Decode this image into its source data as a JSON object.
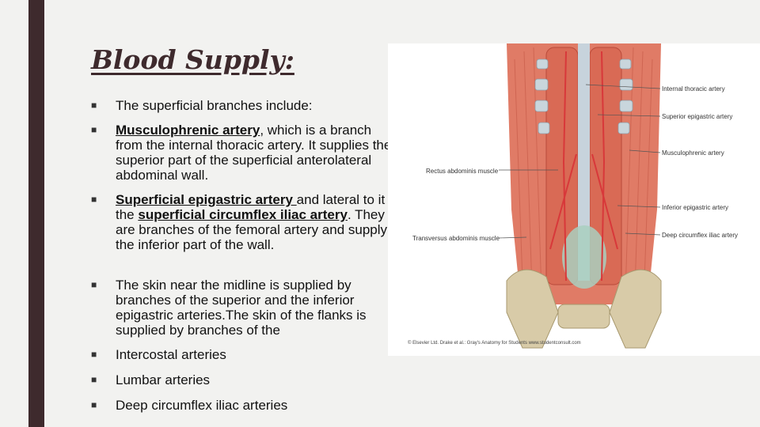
{
  "slide": {
    "title": "Blood Supply:",
    "accent_color": "#3e2a2d"
  },
  "bullets": [
    {
      "pre": "The superficial branches include:"
    },
    {
      "link1": "Musculophrenic artery",
      "mid1": ", which is a branch from the internal thoracic artery. It supplies the superior part of the superficial anterolateral abdominal wall."
    },
    {
      "link1": "Superficial epigastric artery ",
      "mid1": "and lateral to it the ",
      "link2": "superficial circumflex iliac artery",
      "post": ". They are branches of the femoral artery and supply the inferior part of the wall."
    },
    {
      "pre": "The skin near the midline is supplied by branches of the superior and the inferior epigastric arteries.The skin of the flanks is supplied by branches of the"
    },
    {
      "pre": "Intercostal arteries"
    },
    {
      "pre": "Lumbar arteries"
    },
    {
      "pre": "Deep circumflex iliac arteries"
    }
  ],
  "figure": {
    "labels": {
      "internal_thoracic": "Internal thoracic artery",
      "superior_epigastric": "Superior epigastric artery",
      "musculophrenic": "Musculophrenic artery",
      "rectus": "Rectus abdominis muscle",
      "inferior_epigastric": "Inferior epigastric artery",
      "deep_circumflex": "Deep circumflex iliac artery",
      "transversus": "Transversus abdominis muscle"
    },
    "credit": "© Elsevier Ltd. Drake et al.: Gray's Anatomy for Students www.studentconsult.com"
  }
}
